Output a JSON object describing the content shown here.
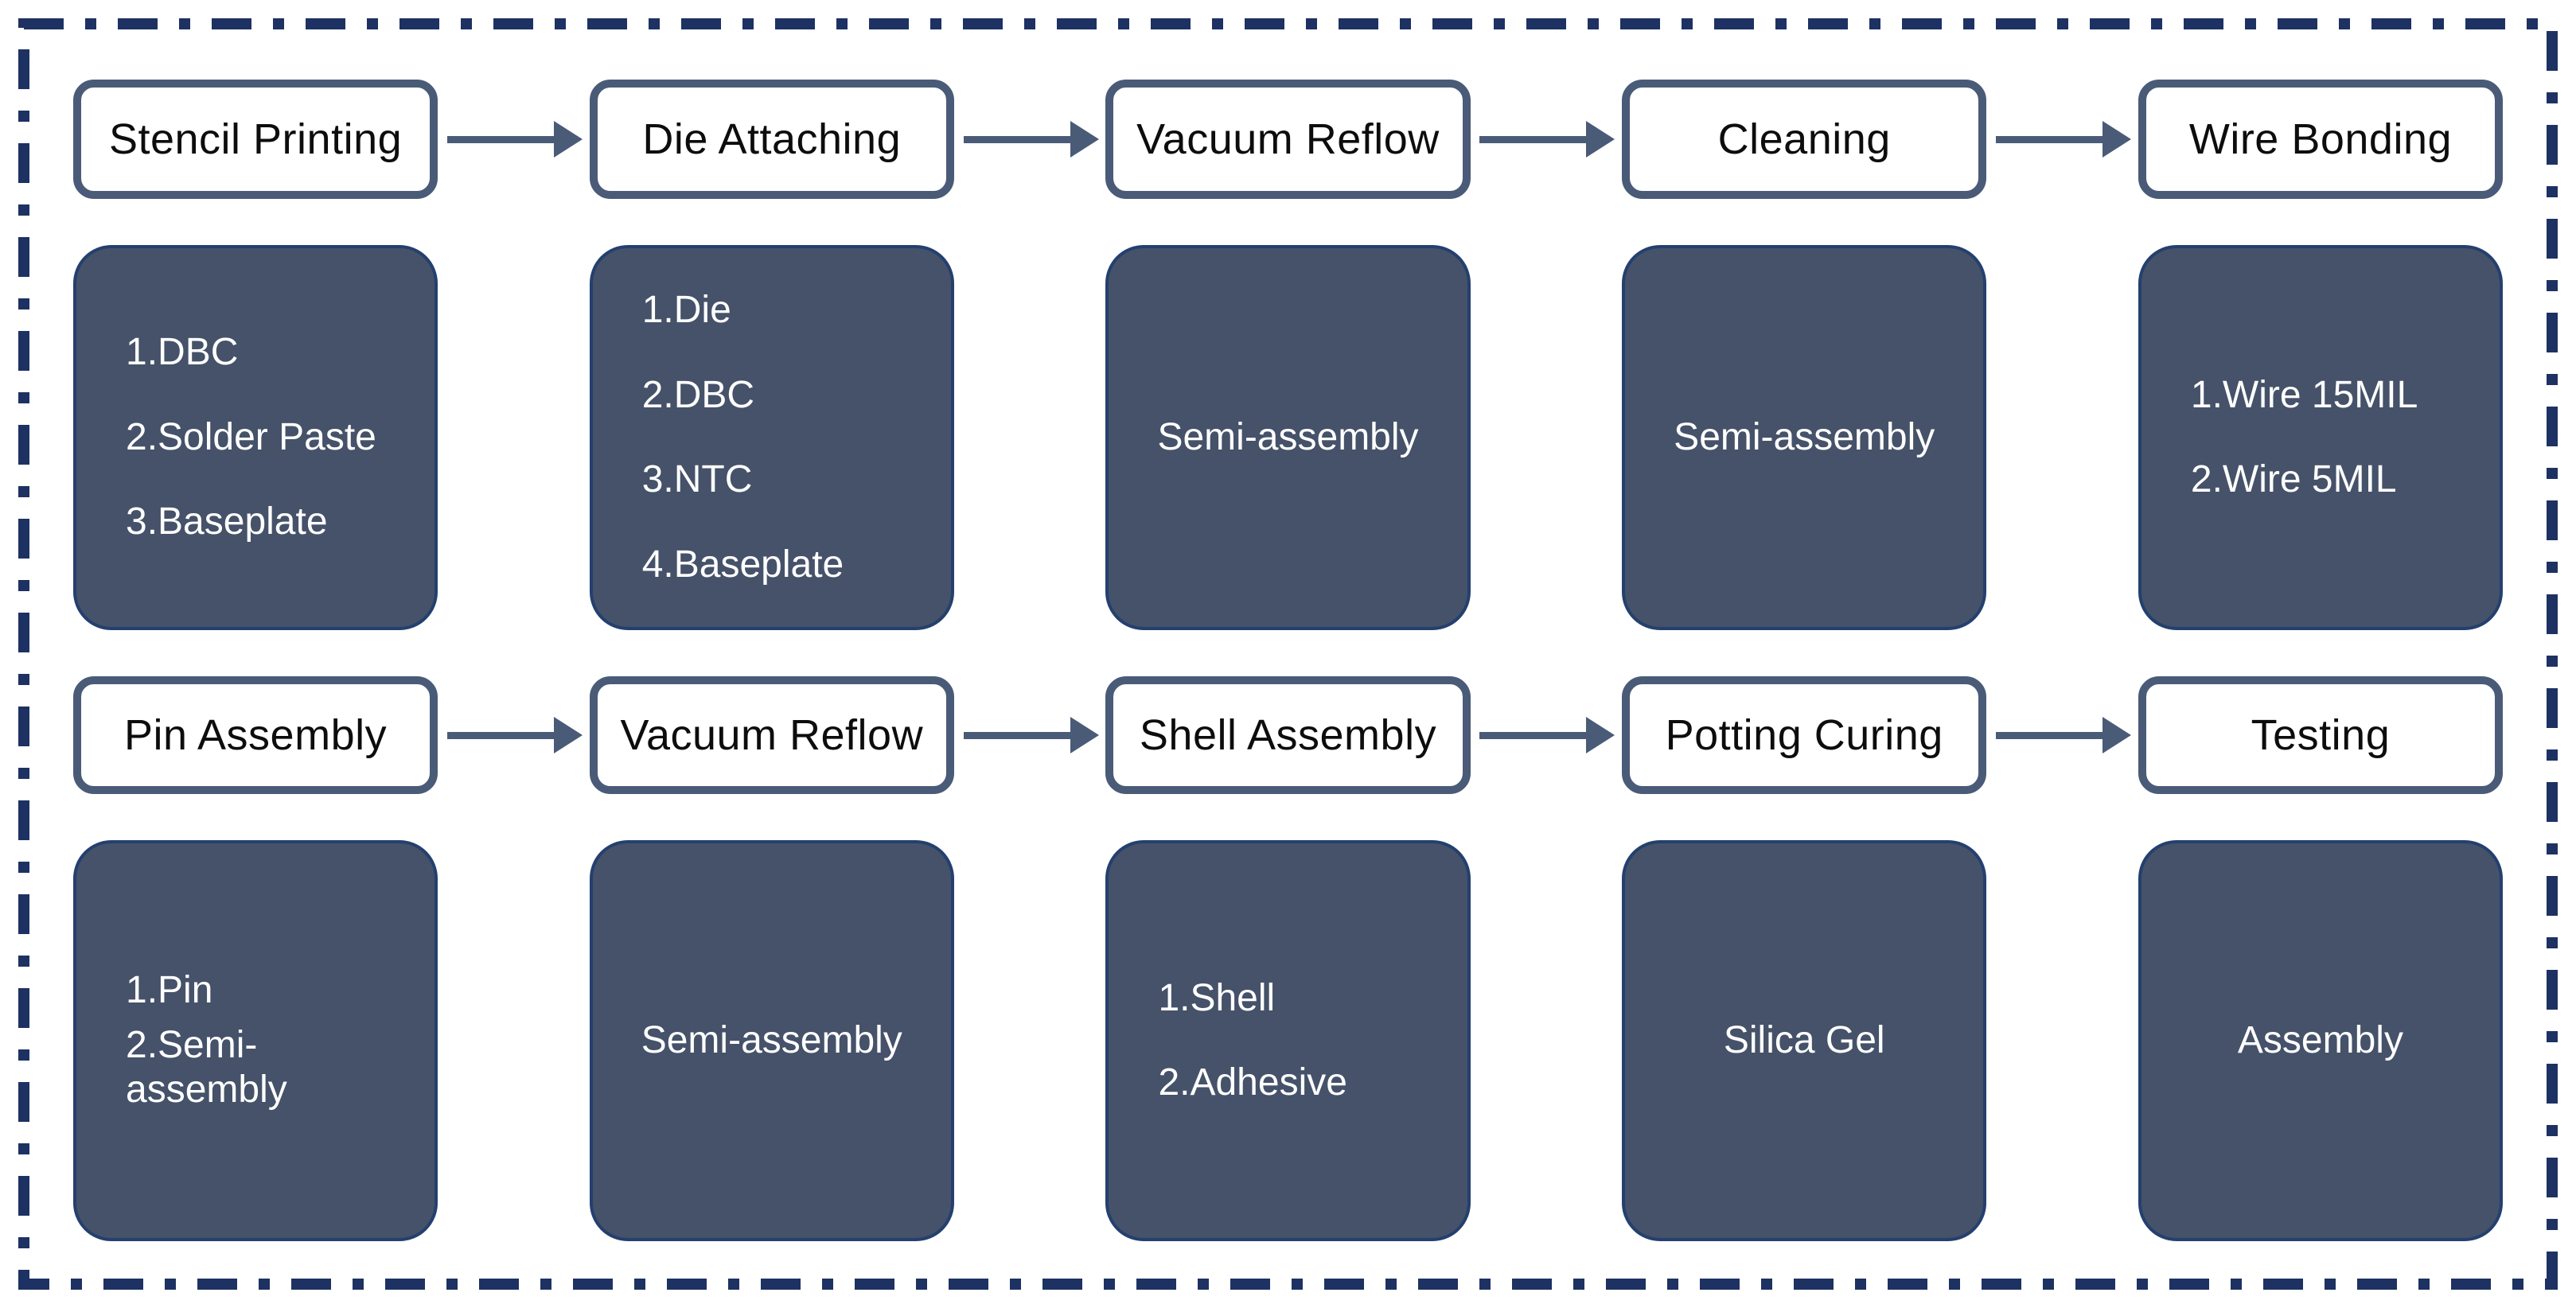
{
  "colors": {
    "frame_dash": "#1e3163",
    "accent_slate": "#4a5b78",
    "material_fill": "#455269",
    "material_border": "#24406e",
    "process_text": "#0d0d0d",
    "material_text": "#ffffff"
  },
  "flow1": {
    "steps": [
      {
        "label": "Stencil Printing",
        "materials": [
          "1.DBC",
          "2.Solder Paste",
          "3.Baseplate"
        ]
      },
      {
        "label": "Die Attaching",
        "materials": [
          "1.Die",
          "2.DBC",
          "3.NTC",
          "4.Baseplate"
        ]
      },
      {
        "label": "Vacuum Reflow",
        "materials": [
          "Semi-assembly"
        ]
      },
      {
        "label": "Cleaning",
        "materials": [
          "Semi-assembly"
        ]
      },
      {
        "label": "Wire Bonding",
        "materials": [
          "1.Wire 15MIL",
          "2.Wire 5MIL"
        ]
      }
    ]
  },
  "flow2": {
    "steps": [
      {
        "label": "Pin Assembly",
        "materials": [
          "1.Pin",
          "2.Semi-assembly"
        ]
      },
      {
        "label": "Vacuum Reflow",
        "materials": [
          "Semi-assembly"
        ]
      },
      {
        "label": "Shell Assembly",
        "materials": [
          "1.Shell",
          "2.Adhesive"
        ]
      },
      {
        "label": "Potting Curing",
        "materials": [
          "Silica Gel"
        ]
      },
      {
        "label": "Testing",
        "materials": [
          "Assembly"
        ]
      }
    ]
  }
}
